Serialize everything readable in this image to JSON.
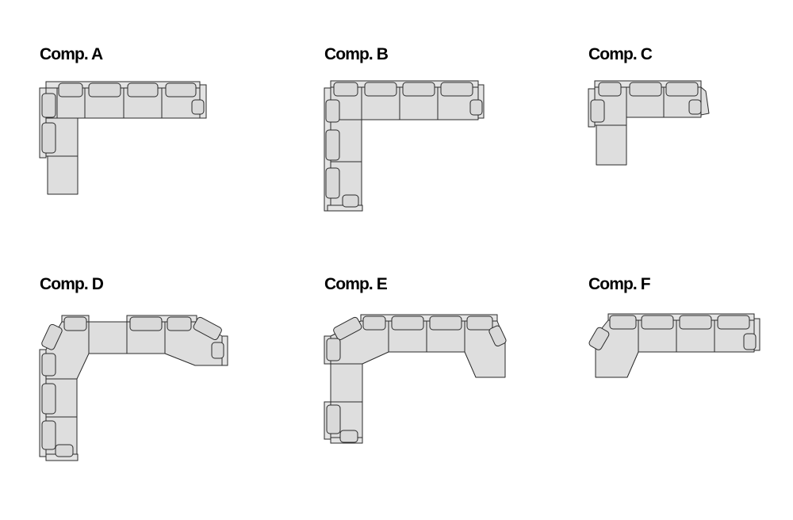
{
  "page": {
    "background": "#ffffff",
    "fill_color": "#dedede",
    "line_color": "#2a2a2a"
  },
  "compositions": [
    {
      "id": "a",
      "label": "Comp. A"
    },
    {
      "id": "b",
      "label": "Comp. B"
    },
    {
      "id": "c",
      "label": "Comp. C"
    },
    {
      "id": "d",
      "label": "Comp. D"
    },
    {
      "id": "e",
      "label": "Comp. E"
    },
    {
      "id": "f",
      "label": "Comp. F"
    }
  ]
}
